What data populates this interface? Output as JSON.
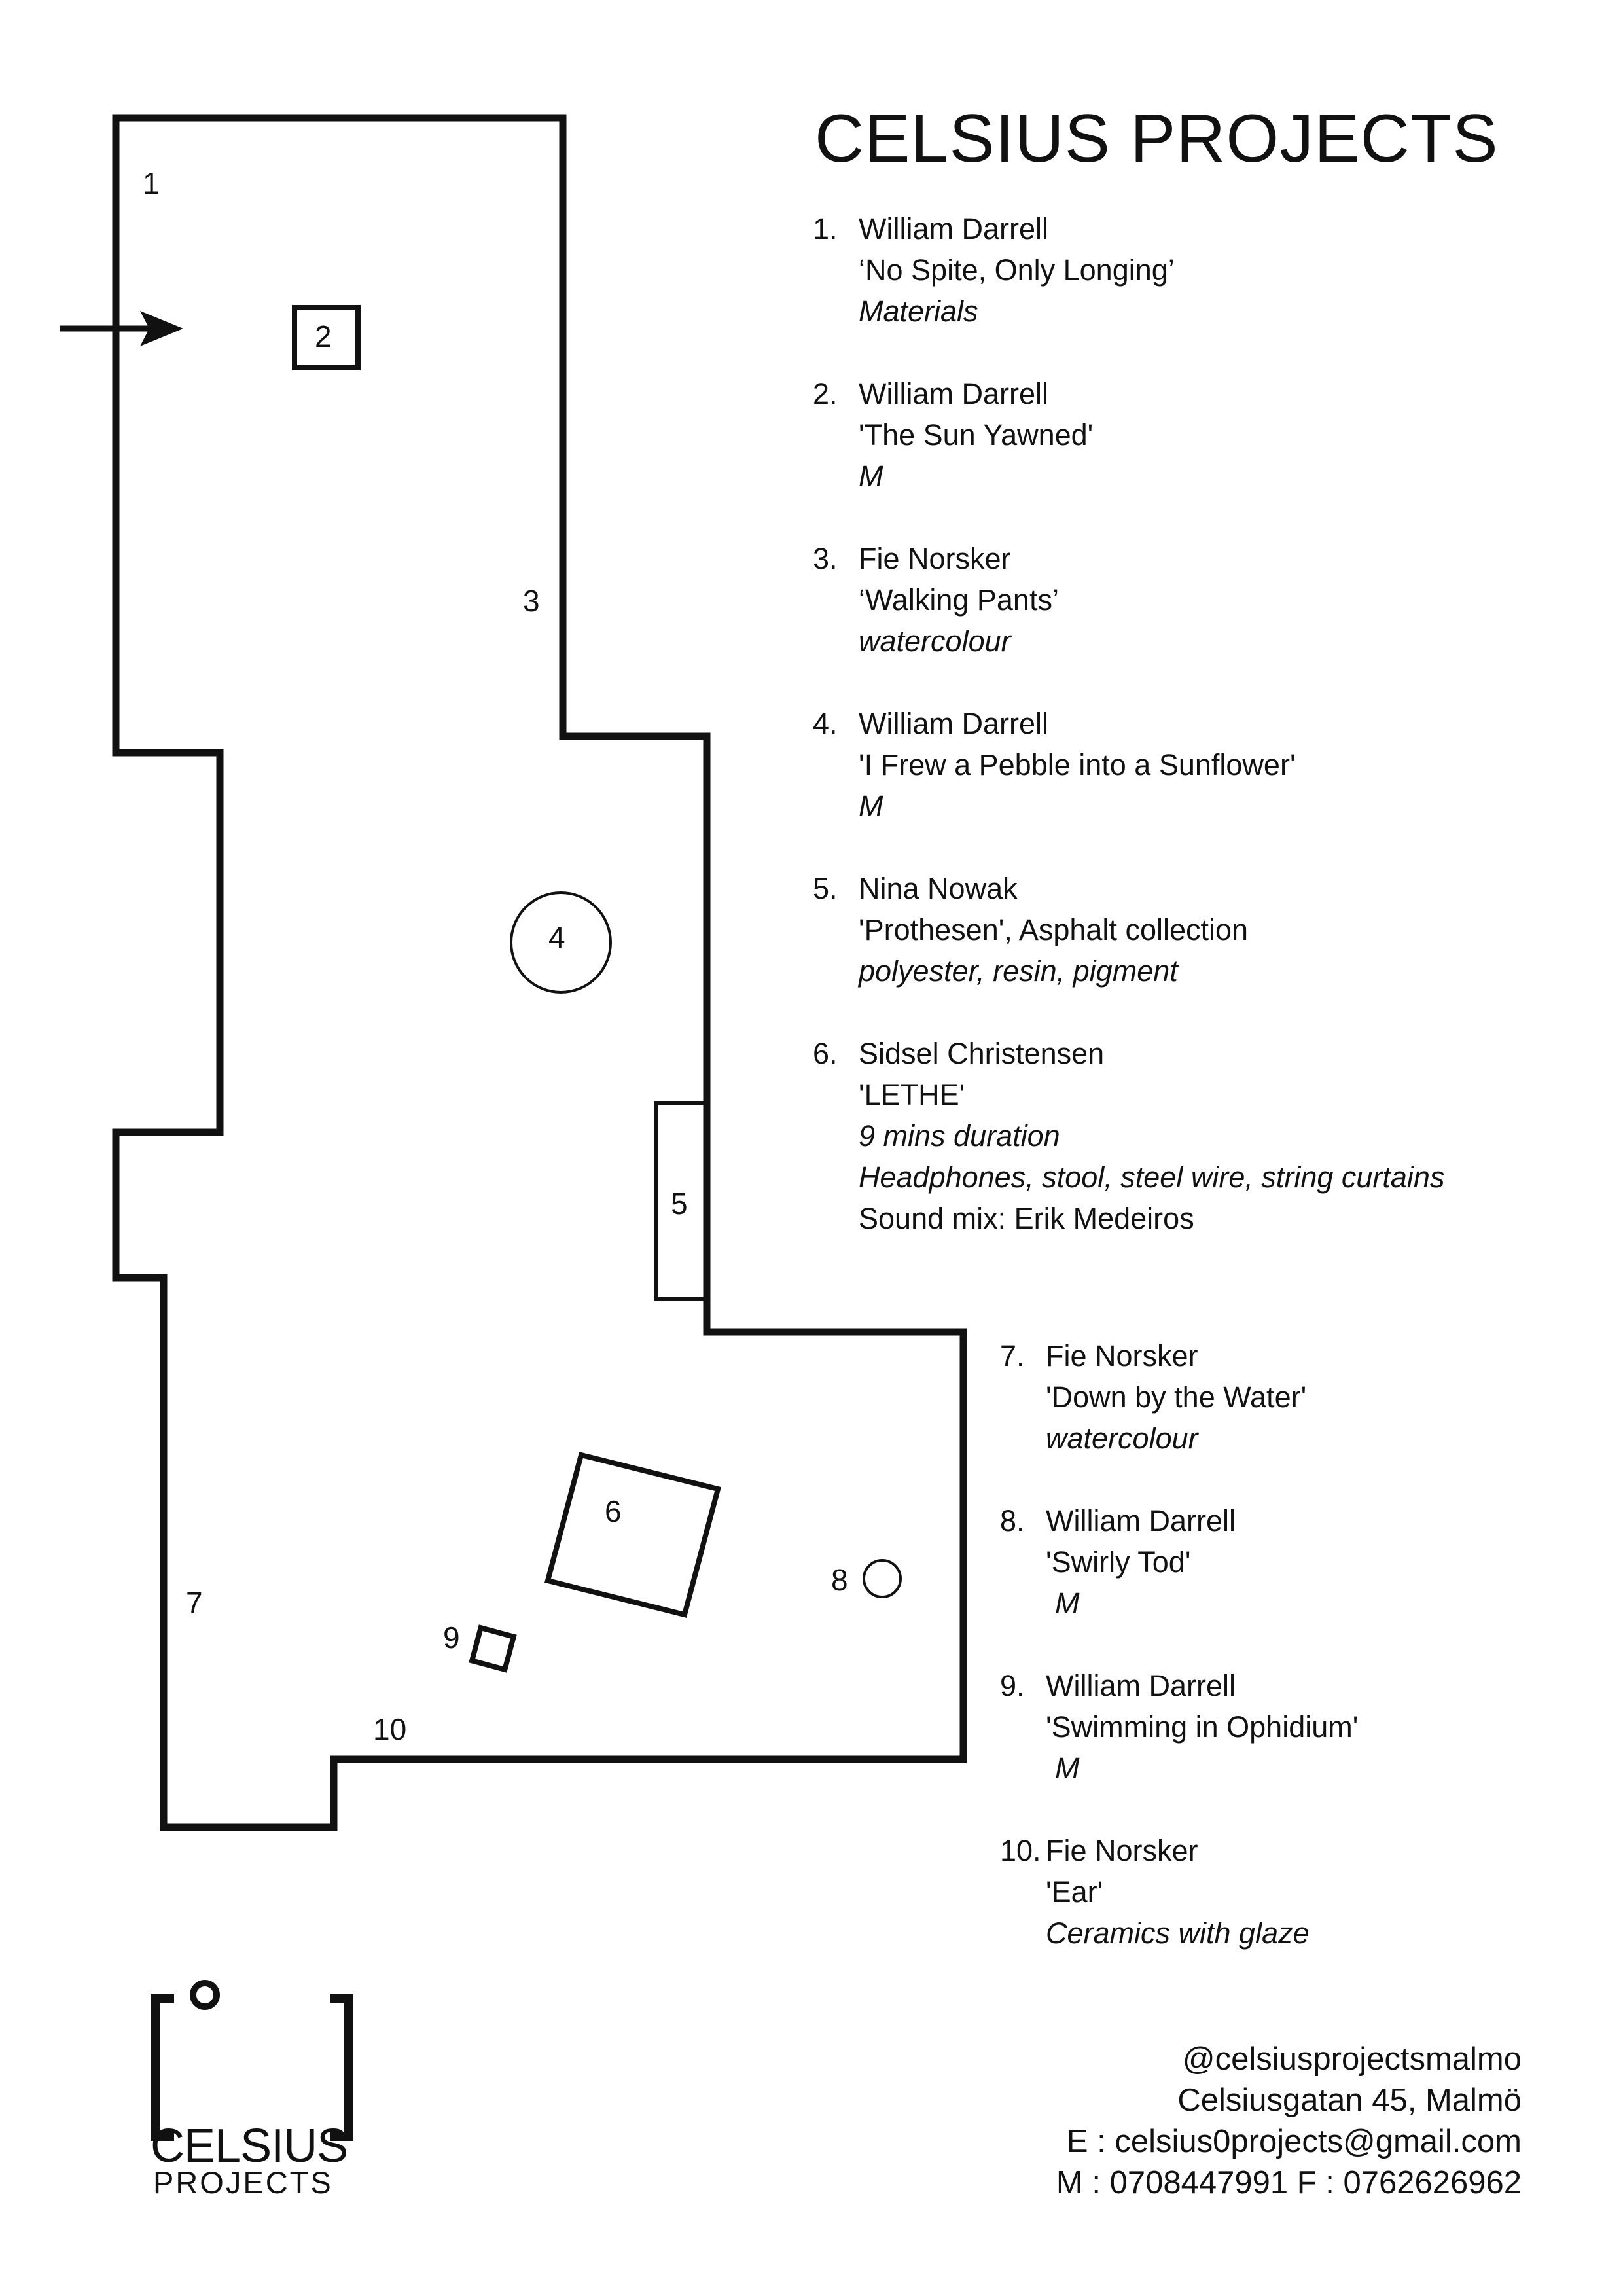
{
  "title": "CELSIUS PROJECTS",
  "floorplan_labels": [
    "1",
    "2",
    "3",
    "4",
    "5",
    "6",
    "7",
    "8",
    "9",
    "10"
  ],
  "works": [
    {
      "number": "1.",
      "artist": "William Darrell",
      "title": "‘No Spite, Only Longing’",
      "details": [
        "Materials"
      ]
    },
    {
      "number": "2.",
      "artist": "William Darrell",
      "title": "'The Sun Yawned'",
      "details": [
        "M"
      ]
    },
    {
      "number": "3.",
      "artist": "Fie Norsker",
      "title": "‘Walking Pants’",
      "details": [
        "watercolour"
      ]
    },
    {
      "number": "4.",
      "artist": "William Darrell",
      "title": "'I Frew a Pebble into a Sunflower'",
      "details": [
        "M"
      ]
    },
    {
      "number": "5.",
      "artist": "Nina Nowak",
      "title": "'Prothesen', Asphalt collection",
      "details": [
        "polyester, resin, pigment"
      ]
    },
    {
      "number": "6.",
      "artist": "Sidsel Christensen",
      "title": "'LETHE'",
      "details": [
        "9 mins duration",
        "Headphones, stool, steel wire, string curtains"
      ],
      "credit": "Sound mix: Erik Medeiros"
    },
    {
      "number": "7.",
      "artist": "Fie Norsker",
      "title": "'Down by the Water'",
      "details": [
        "watercolour"
      ]
    },
    {
      "number": "8.",
      "artist": "William Darrell",
      "title": "'Swirly Tod'",
      "details": [
        "M"
      ]
    },
    {
      "number": "9.",
      "artist": "William Darrell",
      "title": "'Swimming in Ophidium'",
      "details": [
        "M"
      ]
    },
    {
      "number": "10.",
      "artist": "Fie Norsker",
      "title": "'Ear'",
      "details": [
        "Ceramics with glaze"
      ]
    }
  ],
  "logo": {
    "line1": "CELSIUS",
    "line2": "PROJECTS"
  },
  "contact": {
    "instagram": "@celsiusprojectsmalmo",
    "address": "Celsiusgatan 45, Malmö",
    "email": "E : celsius0projects@gmail.com",
    "phones": "M : 0708447991 F : 0762626962"
  }
}
